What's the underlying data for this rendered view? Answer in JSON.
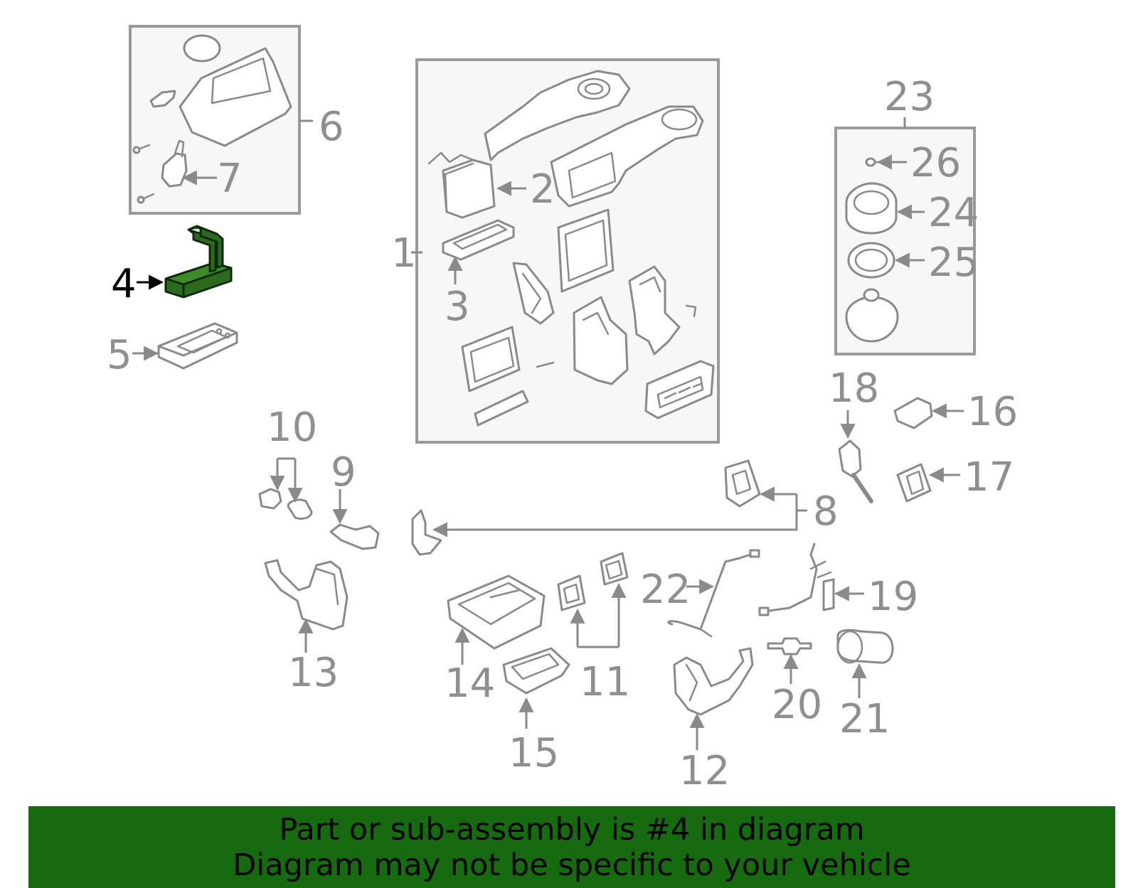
{
  "callouts": {
    "c1": "1",
    "c2": "2",
    "c3": "3",
    "c4": "4",
    "c5": "5",
    "c6": "6",
    "c7": "7",
    "c8": "8",
    "c9": "9",
    "c10": "10",
    "c11": "11",
    "c12": "12",
    "c13": "13",
    "c14": "14",
    "c15": "15",
    "c16": "16",
    "c17": "17",
    "c18": "18",
    "c19": "19",
    "c20": "20",
    "c21": "21",
    "c22": "22",
    "c23": "23",
    "c24": "24",
    "c25": "25",
    "c26": "26"
  },
  "highlighted_callout": "4",
  "colors": {
    "highlight_fill": "#2d6a1e",
    "banner_background": "#176b0f",
    "line_art": "#8a8a8a",
    "box_fill": "#f7f7f7"
  },
  "footer": {
    "line1": "Part or sub-assembly is #4 in diagram",
    "line2": "Diagram may not be specific to your vehicle"
  }
}
